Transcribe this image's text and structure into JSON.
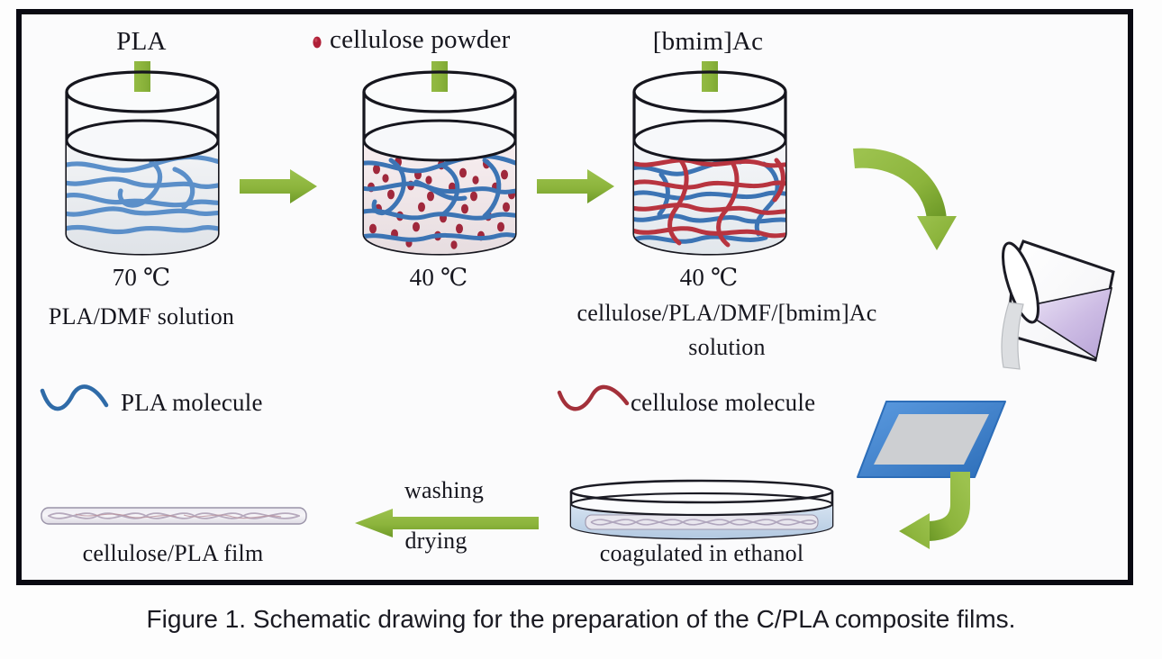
{
  "figure": {
    "caption": "Figure 1. Schematic drawing for the preparation of the C/PLA composite films.",
    "border_color": "#0a0a12",
    "background": "#fbfbfc"
  },
  "palette": {
    "arrow_green": "#8CB43C",
    "arrow_green_dark": "#6E9A28",
    "pla_blue": "#5B8FC9",
    "pla_blue_dark": "#2F6BA8",
    "cellulose_red": "#B8343F",
    "cellulose_dot": "#A0283C",
    "solution_fill": "#eef0f3",
    "powder_tint": "#f6e6e9",
    "glass_plate_blue": "#3A7BC8",
    "glass_plate_gray": "#c9cbcd",
    "pour_liquid": "#c6b5e0",
    "ethanol_blue": "#c2d4e8",
    "outline": "#1b1b24"
  },
  "inputs": [
    {
      "id": "pla",
      "label": "PLA",
      "icon": null
    },
    {
      "id": "cellulose",
      "label": "cellulose powder",
      "icon": "red-dot-icon"
    },
    {
      "id": "bmimac",
      "label": "[bmim]Ac",
      "icon": null
    }
  ],
  "beakers": [
    {
      "id": "beaker-1",
      "temperature": "70 ℃",
      "caption_lines": [
        "PLA/DMF solution"
      ],
      "contents": "blue PLA strands in clear solution"
    },
    {
      "id": "beaker-2",
      "temperature": "40 ℃",
      "caption_lines": [],
      "contents": "blue PLA strands with red cellulose powder dots"
    },
    {
      "id": "beaker-3",
      "temperature": "40 ℃",
      "caption_lines": [
        "cellulose/PLA/DMF/[bmim]Ac",
        "solution"
      ],
      "contents": "blue PLA strands and red cellulose strands"
    }
  ],
  "legend": [
    {
      "id": "pla-molecule",
      "label": "PLA molecule",
      "color": "#2F6BA8",
      "swatch": "blue-wave-icon"
    },
    {
      "id": "cellulose-molecule",
      "label": "cellulose molecule",
      "color": "#B8343F",
      "swatch": "red-wave-icon"
    }
  ],
  "process_arrows": {
    "washing": "washing",
    "drying": "drying"
  },
  "stages": [
    {
      "id": "casting",
      "label": ""
    },
    {
      "id": "coagulation",
      "label": "coagulated in ethanol"
    },
    {
      "id": "final-film",
      "label": "cellulose/PLA film"
    }
  ]
}
